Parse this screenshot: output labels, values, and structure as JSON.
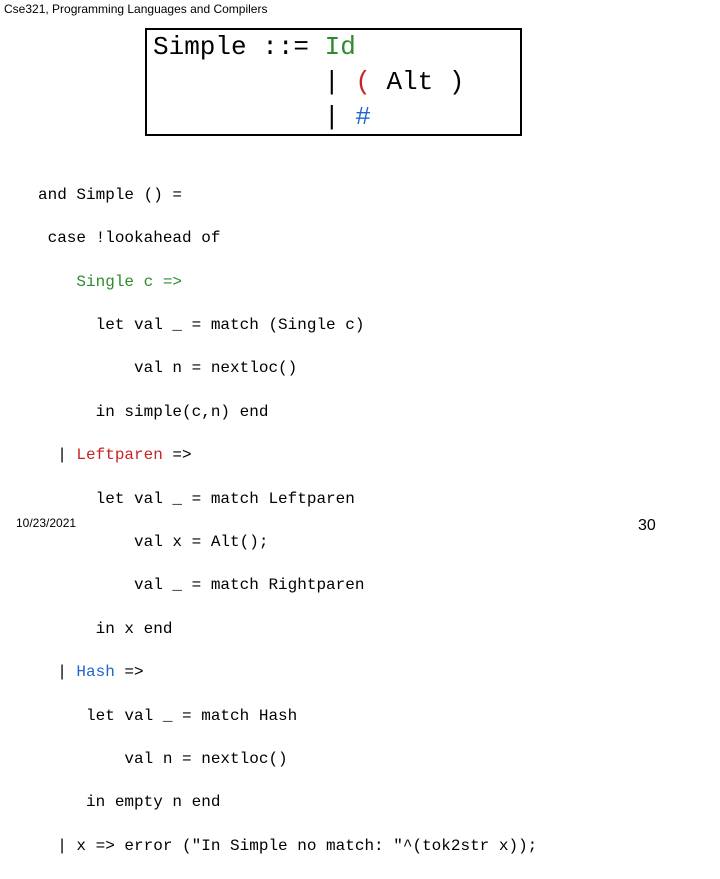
{
  "header": {
    "title": "Cse321, Programming Languages and Compilers"
  },
  "grammar": {
    "line1": {
      "lhs": "Simple ::= ",
      "rhs": "Id"
    },
    "line2": {
      "bar": "| ",
      "open": "( ",
      "mid": "Alt ",
      "close": ")"
    },
    "line3": {
      "bar": "| ",
      "hash": "#"
    }
  },
  "code": {
    "l1": "and Simple () =",
    "l2": " case !lookahead of",
    "l3": "    Single c =>",
    "l4": "      let val _ = match (Single c)",
    "l5": "          val n = nextloc()",
    "l6": "      in simple(c,n) end",
    "l7_prefix": "  | ",
    "l7_kw": "Leftparen",
    "l7_rest": " =>",
    "l8": "      let val _ = match Leftparen",
    "l9": "          val x = Alt();",
    "l10": "          val _ = match Rightparen",
    "l11": "      in x end",
    "l12_prefix": "  | ",
    "l12_kw": "Hash",
    "l12_rest": " =>",
    "l13": "     let val _ = match Hash",
    "l14": "         val n = nextloc()",
    "l15": "     in empty n end",
    "l16": "  | x => error (\"In Simple no match: \"^(tok2str x));"
  },
  "footer": {
    "date": "10/23/2021",
    "page": "30"
  },
  "colors": {
    "green": "#2e8b2e",
    "red": "#cc2222",
    "blue": "#2266cc"
  }
}
